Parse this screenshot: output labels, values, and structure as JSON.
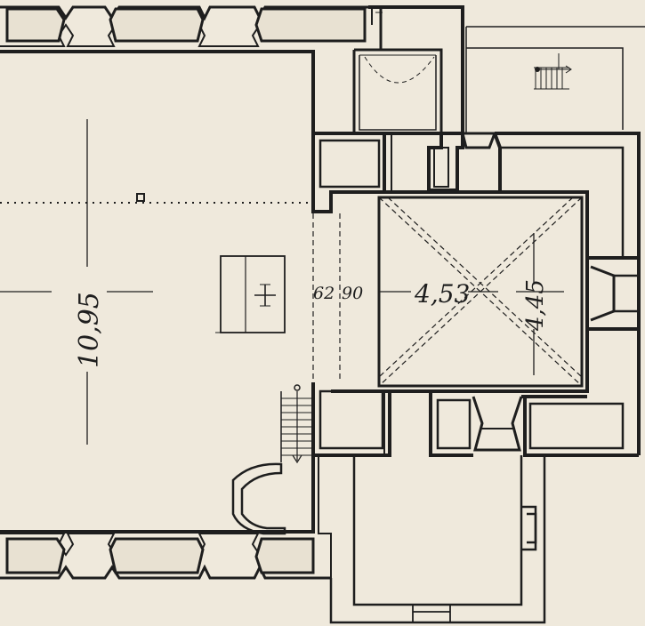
{
  "colors": {
    "paper": "#efe9dc",
    "ink": "#1e1e1e",
    "wall_fill": "#e8e1d2"
  },
  "dimensions": {
    "nave_length": "10,95",
    "crossing_width": "4,53",
    "crossing_depth": "4,45",
    "arch_depth_a": "62",
    "arch_depth_b": "90"
  },
  "symbols": {
    "altar": "altar-cross-icon",
    "stairs": "stair-icon"
  }
}
